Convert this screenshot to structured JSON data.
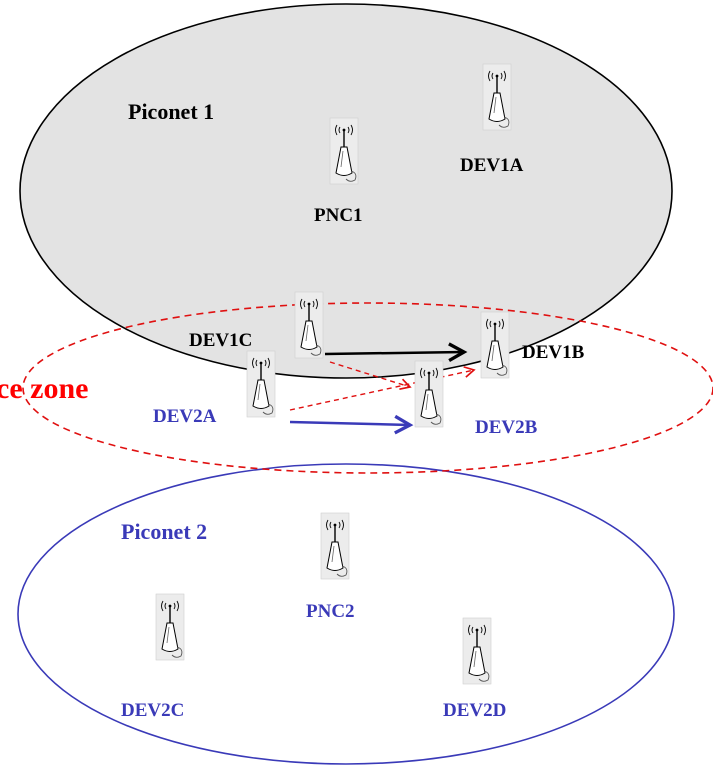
{
  "labels": {
    "piconet1": "Piconet 1",
    "pnc1": "PNC1",
    "dev1a": "DEV1A",
    "dev1b": "DEV1B",
    "dev1c": "DEV1C",
    "zone": "ce zone",
    "dev2a": "DEV2A",
    "dev2b": "DEV2B",
    "piconet2": "Piconet 2",
    "pnc2": "PNC2",
    "dev2c": "DEV2C",
    "dev2d": "DEV2D"
  },
  "colors": {
    "piconet1_fill": "#e3e3e3",
    "piconet1_stroke": "#000000",
    "piconet2_stroke": "#3a3ab8",
    "zone_stroke": "#e01010",
    "piconet1_text": "#000000",
    "piconet2_text": "#3a3ab8",
    "zone_text": "#ff0000",
    "arrow_black": "#000000",
    "arrow_blue": "#3a3ab8",
    "arrow_red_dashed": "#e01010"
  },
  "icons": {
    "device": "wireless-antenna-icon"
  }
}
